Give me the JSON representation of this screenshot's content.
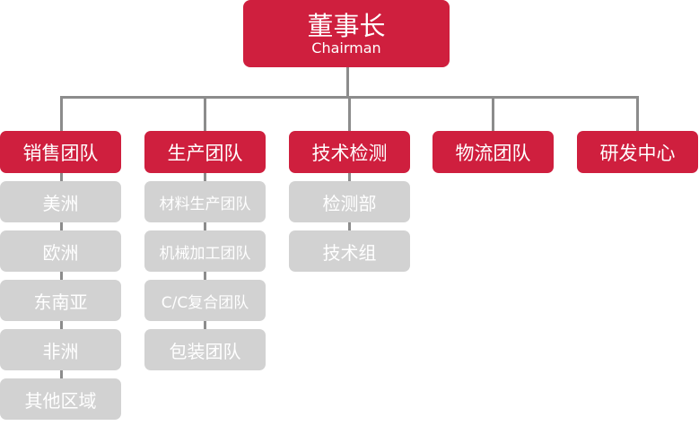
{
  "root": {
    "title": "董事长",
    "subtitle": "Chairman"
  },
  "departments": [
    {
      "name": "销售团队",
      "children": [
        "美洲",
        "欧洲",
        "东南亚",
        "非洲",
        "其他区域"
      ]
    },
    {
      "name": "生产团队",
      "children": [
        "材料生产团队",
        "机械加工团队",
        "C/C复合团队",
        "包装团队"
      ]
    },
    {
      "name": "技术检测",
      "children": [
        "检测部",
        "技术组"
      ]
    },
    {
      "name": "物流团队",
      "children": []
    },
    {
      "name": "研发中心",
      "children": []
    }
  ],
  "colors": {
    "primary": "#cf1f3e",
    "secondary": "#d2d2d2",
    "connector": "#8c8c8c"
  }
}
